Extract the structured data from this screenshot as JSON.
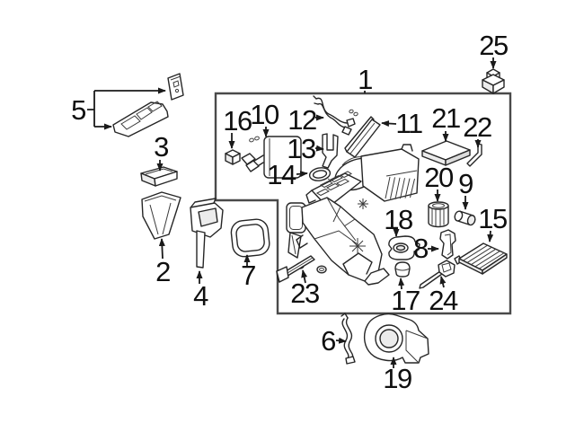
{
  "diagram": {
    "type": "exploded-parts-diagram",
    "background": "#ffffff",
    "line_color": "#262626",
    "group_box_border_color": "#4a4a4a",
    "callouts": [
      {
        "label": "1"
      },
      {
        "label": "2"
      },
      {
        "label": "3"
      },
      {
        "label": "4"
      },
      {
        "label": "5"
      },
      {
        "label": "6"
      },
      {
        "label": "7"
      },
      {
        "label": "8"
      },
      {
        "label": "9"
      },
      {
        "label": "10"
      },
      {
        "label": "11"
      },
      {
        "label": "12"
      },
      {
        "label": "13"
      },
      {
        "label": "14"
      },
      {
        "label": "15"
      },
      {
        "label": "16"
      },
      {
        "label": "17"
      },
      {
        "label": "18"
      },
      {
        "label": "19"
      },
      {
        "label": "20"
      },
      {
        "label": "21"
      },
      {
        "label": "22"
      },
      {
        "label": "23"
      },
      {
        "label": "24"
      },
      {
        "label": "25"
      }
    ]
  }
}
